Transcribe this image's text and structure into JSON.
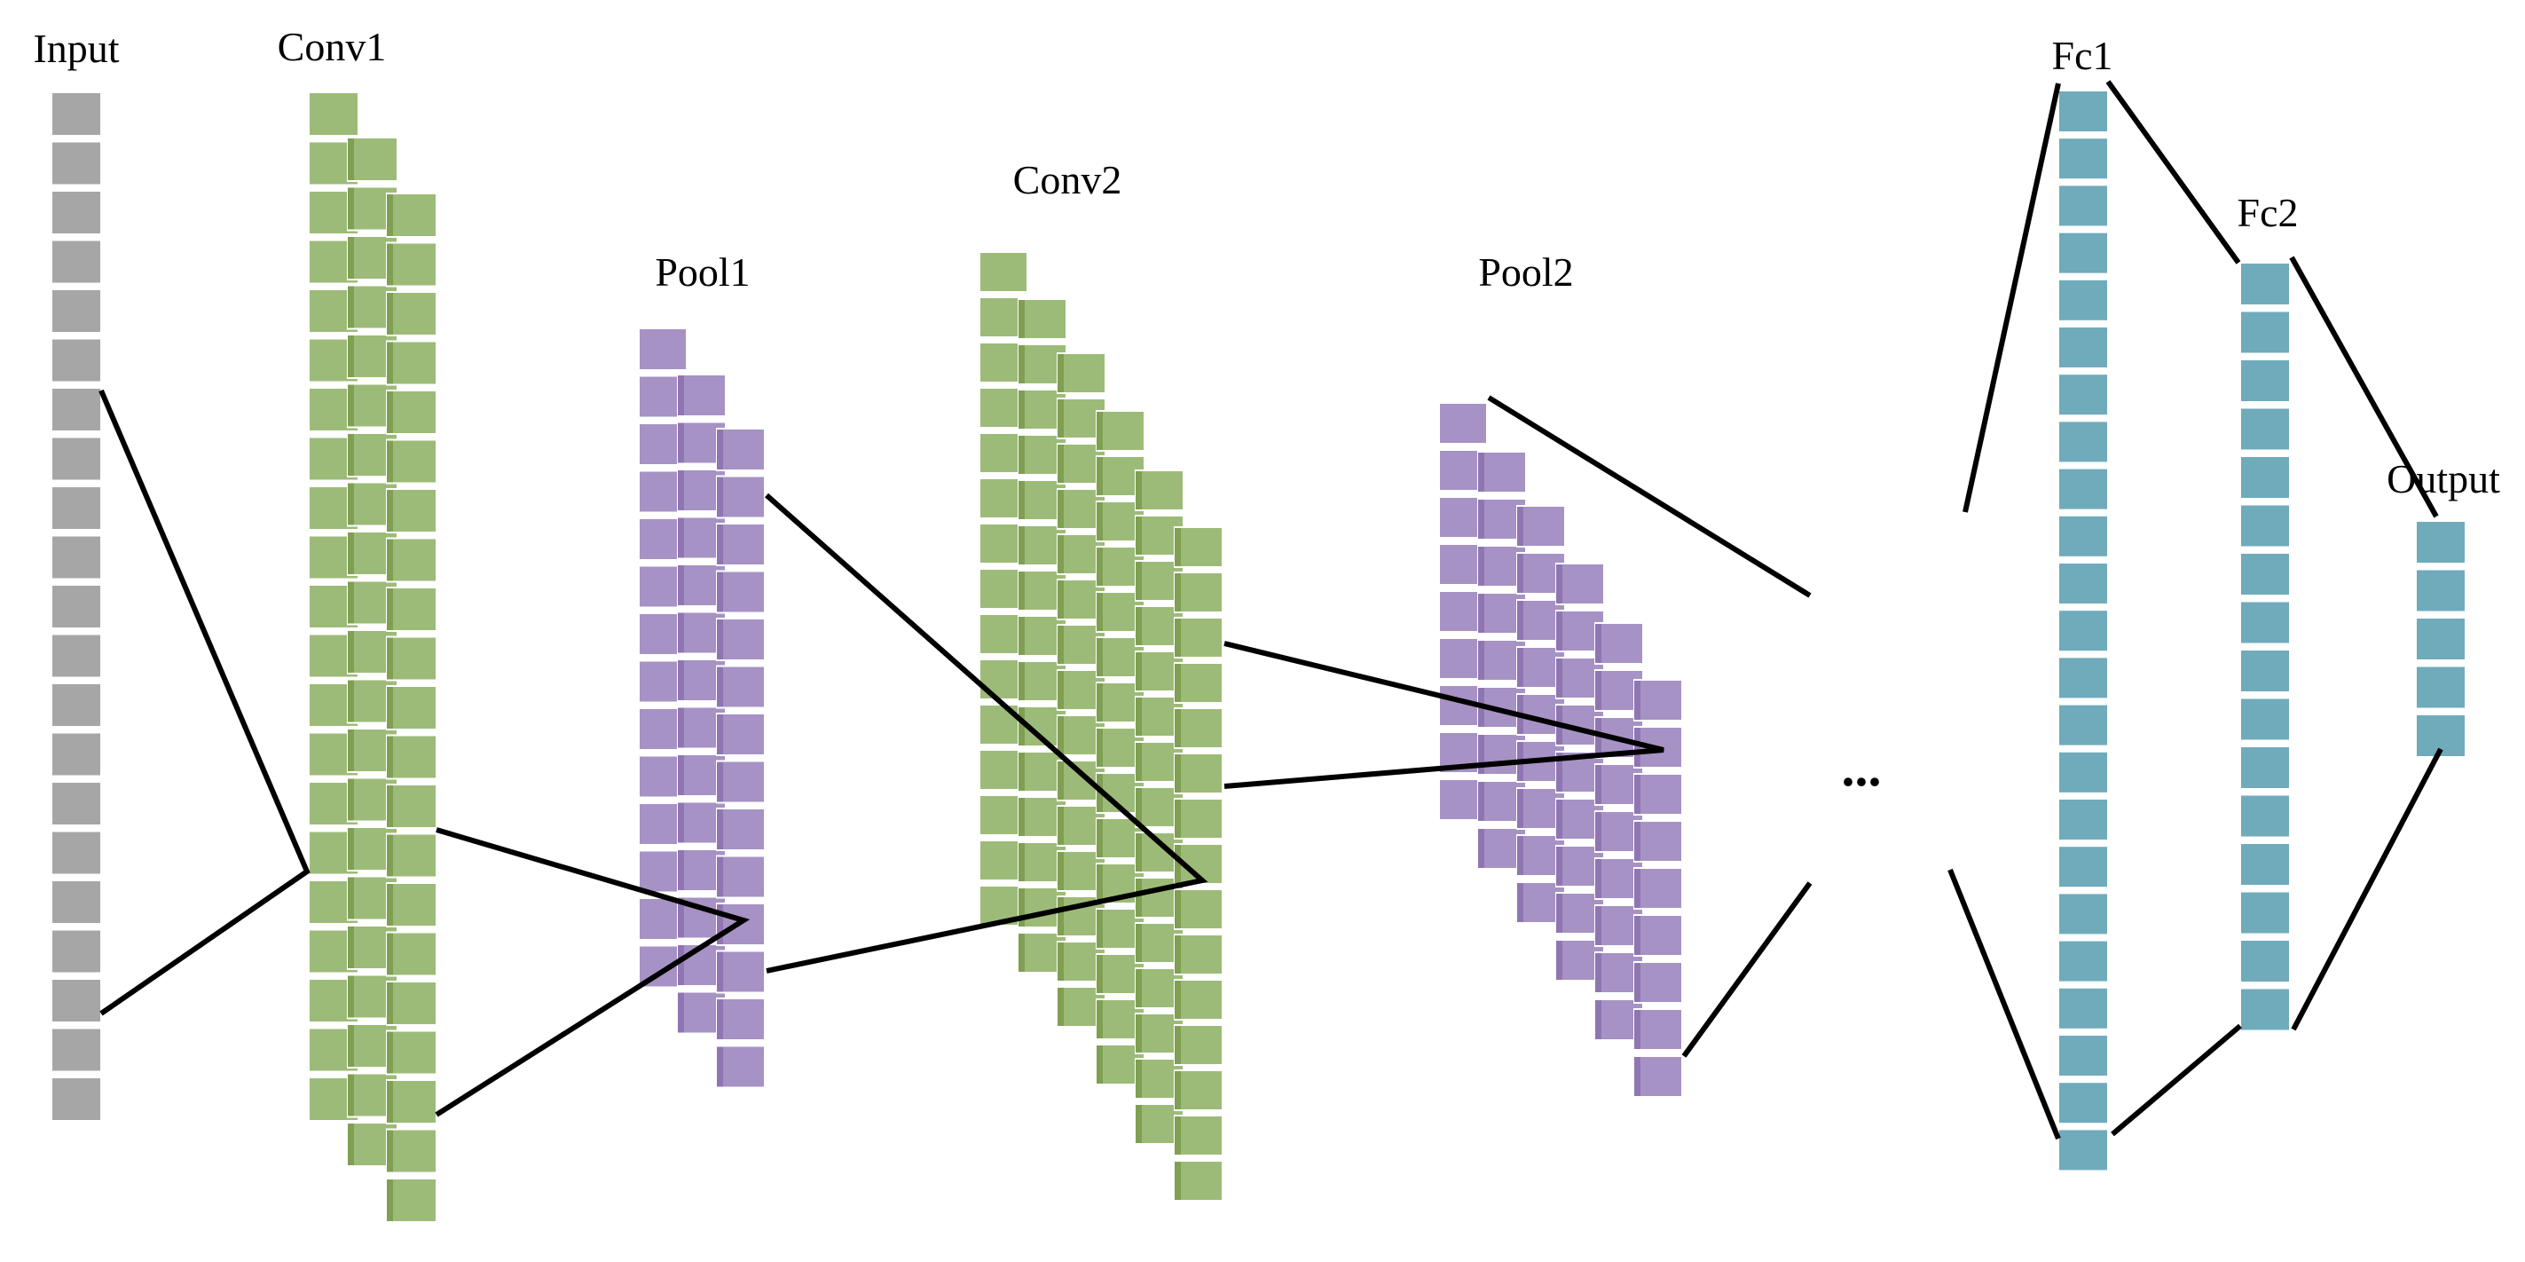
{
  "diagram": {
    "title": "",
    "colors": {
      "input": "#a6a6a6",
      "conv": "#9dbb78",
      "conv_shade": "#7f9f52",
      "pool": "#a692c4",
      "pool_shade": "#8f76b2",
      "fc": "#6fabbb",
      "line": "#000000"
    },
    "layers": [
      {
        "id": "input",
        "label": "Input"
      },
      {
        "id": "conv1",
        "label": "Conv1"
      },
      {
        "id": "pool1",
        "label": "Pool1"
      },
      {
        "id": "conv2",
        "label": "Conv2"
      },
      {
        "id": "pool2",
        "label": "Pool2"
      },
      {
        "id": "fc1",
        "label": "Fc1"
      },
      {
        "id": "fc2",
        "label": "Fc2"
      },
      {
        "id": "output",
        "label": "Output"
      }
    ],
    "ellipsis": "..."
  }
}
